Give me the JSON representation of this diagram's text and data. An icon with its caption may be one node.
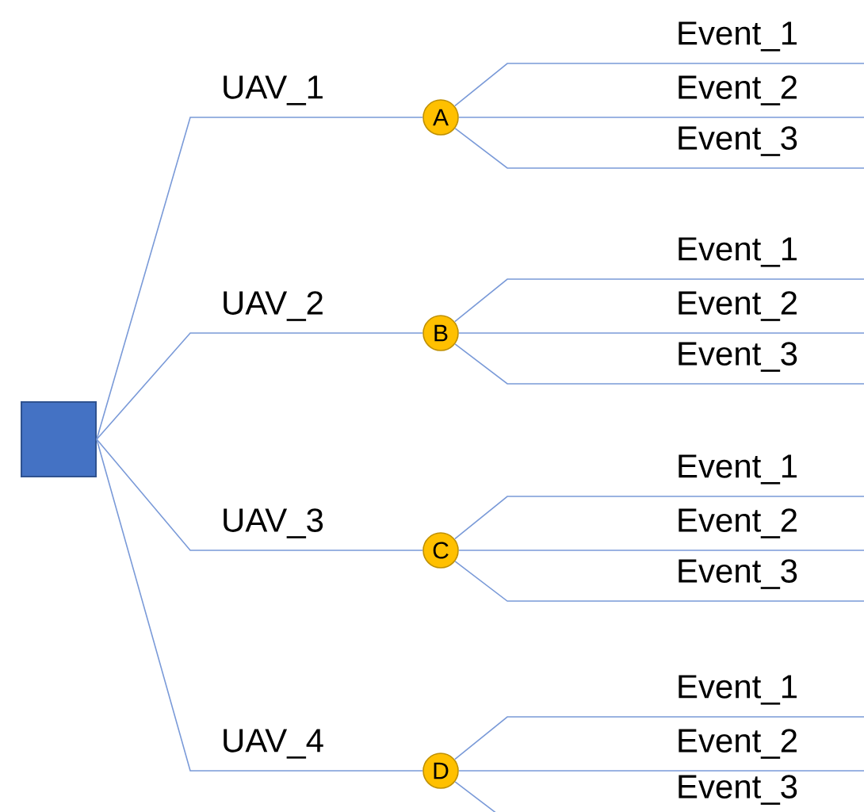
{
  "diagram": {
    "nodes": [
      {
        "text": [],
        "shape": "box"
      },
      {
        "text": [
          "A"
        ]
      },
      {
        "text": [
          "B"
        ]
      },
      {
        "text": [
          "C"
        ]
      },
      {
        "text": [
          "D"
        ]
      }
    ],
    "edges": [
      {
        "from": 0,
        "to": 1,
        "arrow": "none",
        "label": "UAV_1"
      },
      {
        "from": 0,
        "to": 2,
        "arrow": "none",
        "label": "UAV_2"
      },
      {
        "from": 0,
        "to": 3,
        "arrow": "none",
        "label": "UAV_3"
      },
      {
        "from": 0,
        "to": 4,
        "arrow": "none",
        "label": "UAV_4"
      },
      {
        "from": 1,
        "to": null,
        "arrow": "none",
        "label": "Event_1"
      },
      {
        "from": 1,
        "to": null,
        "arrow": "none",
        "label": "Event_2"
      },
      {
        "from": 1,
        "to": null,
        "arrow": "none",
        "label": "Event_3"
      },
      {
        "from": 2,
        "to": null,
        "arrow": "none",
        "label": "Event_1"
      },
      {
        "from": 2,
        "to": null,
        "arrow": "none",
        "label": "Event_2"
      },
      {
        "from": 2,
        "to": null,
        "arrow": "none",
        "label": "Event_3"
      },
      {
        "from": 3,
        "to": null,
        "arrow": "none",
        "label": "Event_1"
      },
      {
        "from": 3,
        "to": null,
        "arrow": "none",
        "label": "Event_2"
      },
      {
        "from": 3,
        "to": null,
        "arrow": "none",
        "label": "Event_3"
      },
      {
        "from": 4,
        "to": null,
        "arrow": "none",
        "label": "Event_1"
      },
      {
        "from": 4,
        "to": null,
        "arrow": "none",
        "label": "Event_2"
      },
      {
        "from": 4,
        "to": null,
        "arrow": "none",
        "label": "Event_3"
      }
    ]
  }
}
